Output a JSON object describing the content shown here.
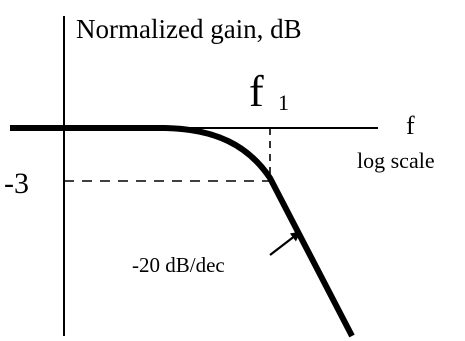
{
  "diagram": {
    "y_axis_label": "Normalized gain, dB",
    "x_axis_symbol": "f",
    "x_axis_scale_note": "log scale",
    "corner_frequency_symbol": "f",
    "corner_frequency_subscript": "1",
    "level_marker": "-3",
    "slope_annotation": "-20 dB/dec",
    "colors": {
      "ink": "#000000",
      "background": "#ffffff"
    }
  }
}
